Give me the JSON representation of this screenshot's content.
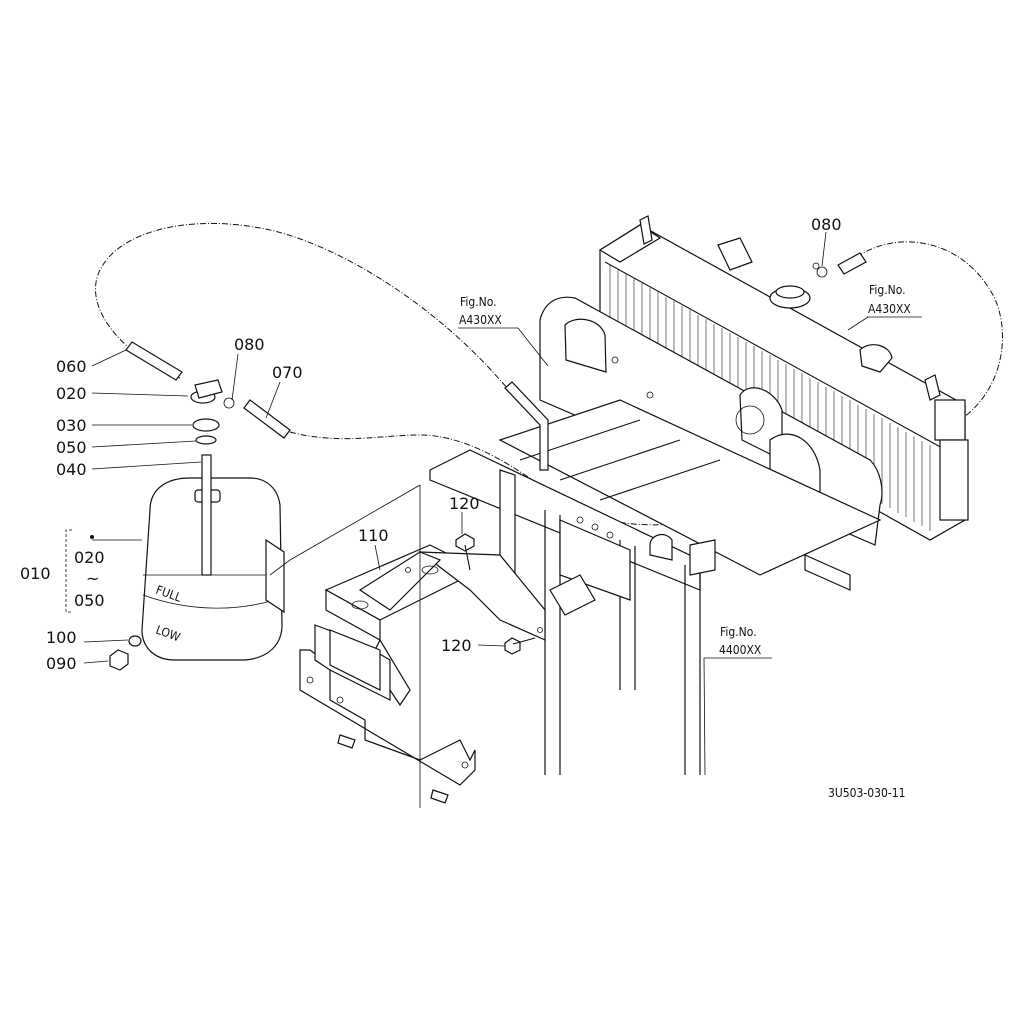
{
  "figure_code": "3U503-030-11",
  "labels": {
    "p060": "060",
    "p020": "020",
    "p080a": "080",
    "p070": "070",
    "p030": "030",
    "p050": "050",
    "p040": "040",
    "p010": "010",
    "range_from": "020",
    "range_tilde": "~",
    "range_to": "050",
    "p100": "100",
    "p090": "090",
    "p110": "110",
    "p120a": "120",
    "p120b": "120",
    "p080b": "080"
  },
  "refs": {
    "a430_left_title": "Fig.No.",
    "a430_left_code": "A430XX",
    "a430_right_title": "Fig.No.",
    "a430_right_code": "A430XX",
    "f4400_title": "Fig.No.",
    "f4400_code": "4400XX"
  },
  "tank_markings": {
    "full": "FULL",
    "low": "LOW"
  }
}
